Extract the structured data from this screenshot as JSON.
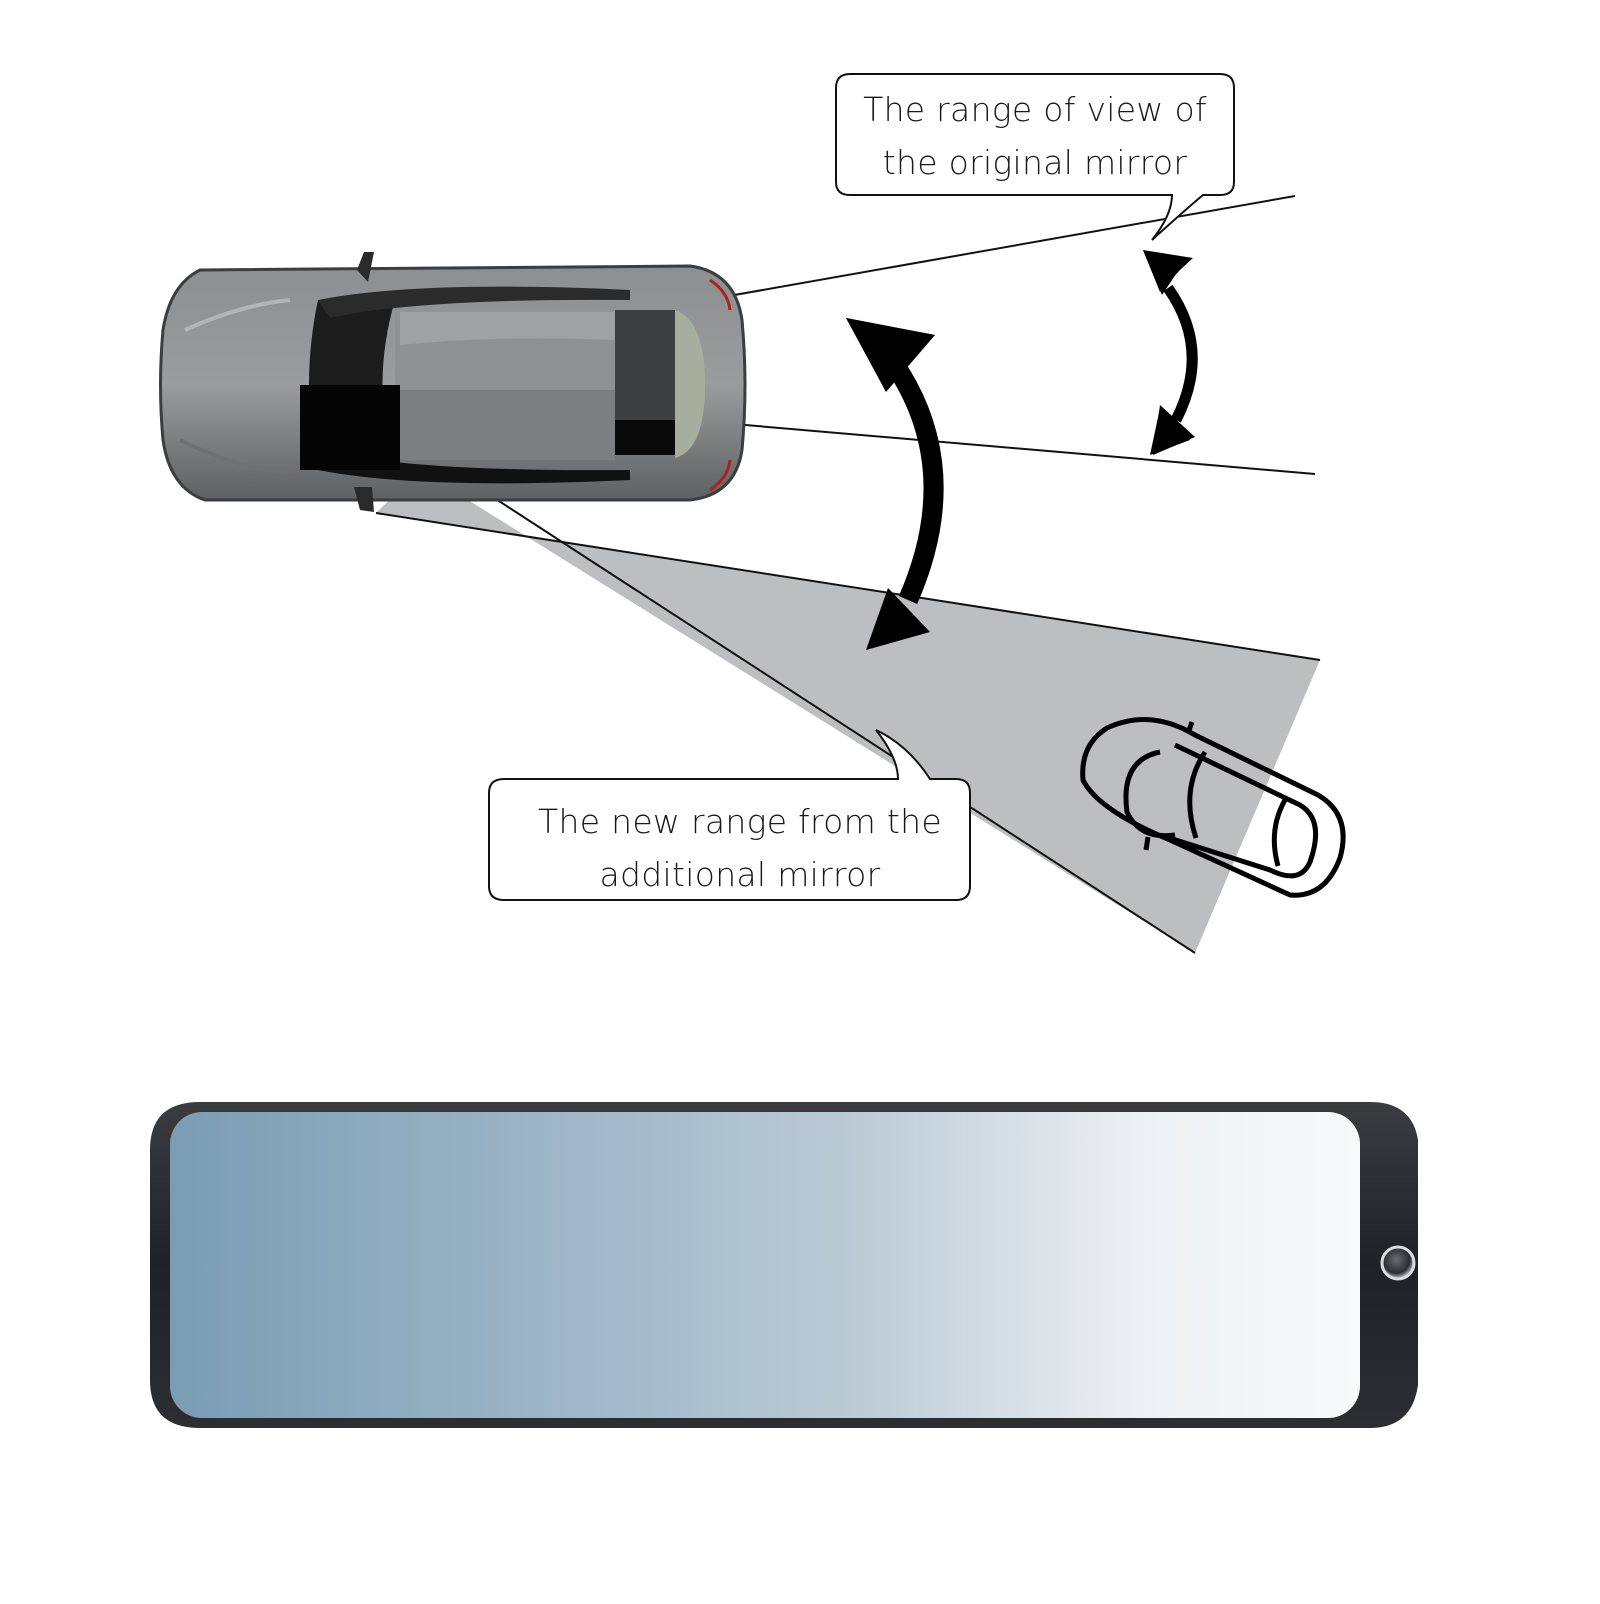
{
  "diagram": {
    "title": "Mirror field of view comparison",
    "callouts": {
      "original": {
        "line1": "The range of view of",
        "line2": "the original mirror"
      },
      "new": {
        "line1": "The new range from the",
        "line2": "additional mirror"
      }
    },
    "elements": {
      "main_car": "Top-down view of grey SUV",
      "other_car": "Outlined car in blind spot",
      "original_range_arrow": "double-headed curved arrow (small)",
      "new_range_arrow": "double-headed curved arrow (large)",
      "product": "Wide-angle rearview mirror with blue-tinted glass"
    },
    "colors": {
      "background": "#ffffff",
      "blind_zone_fill": "#bdbebf",
      "line": "#111111",
      "car_body": "#8f9192",
      "car_glass": "#1e1e1e",
      "mirror_frame": "#26282b",
      "mirror_glass_left": "#7fa0b6",
      "mirror_glass_right": "#f6f8f9"
    }
  }
}
